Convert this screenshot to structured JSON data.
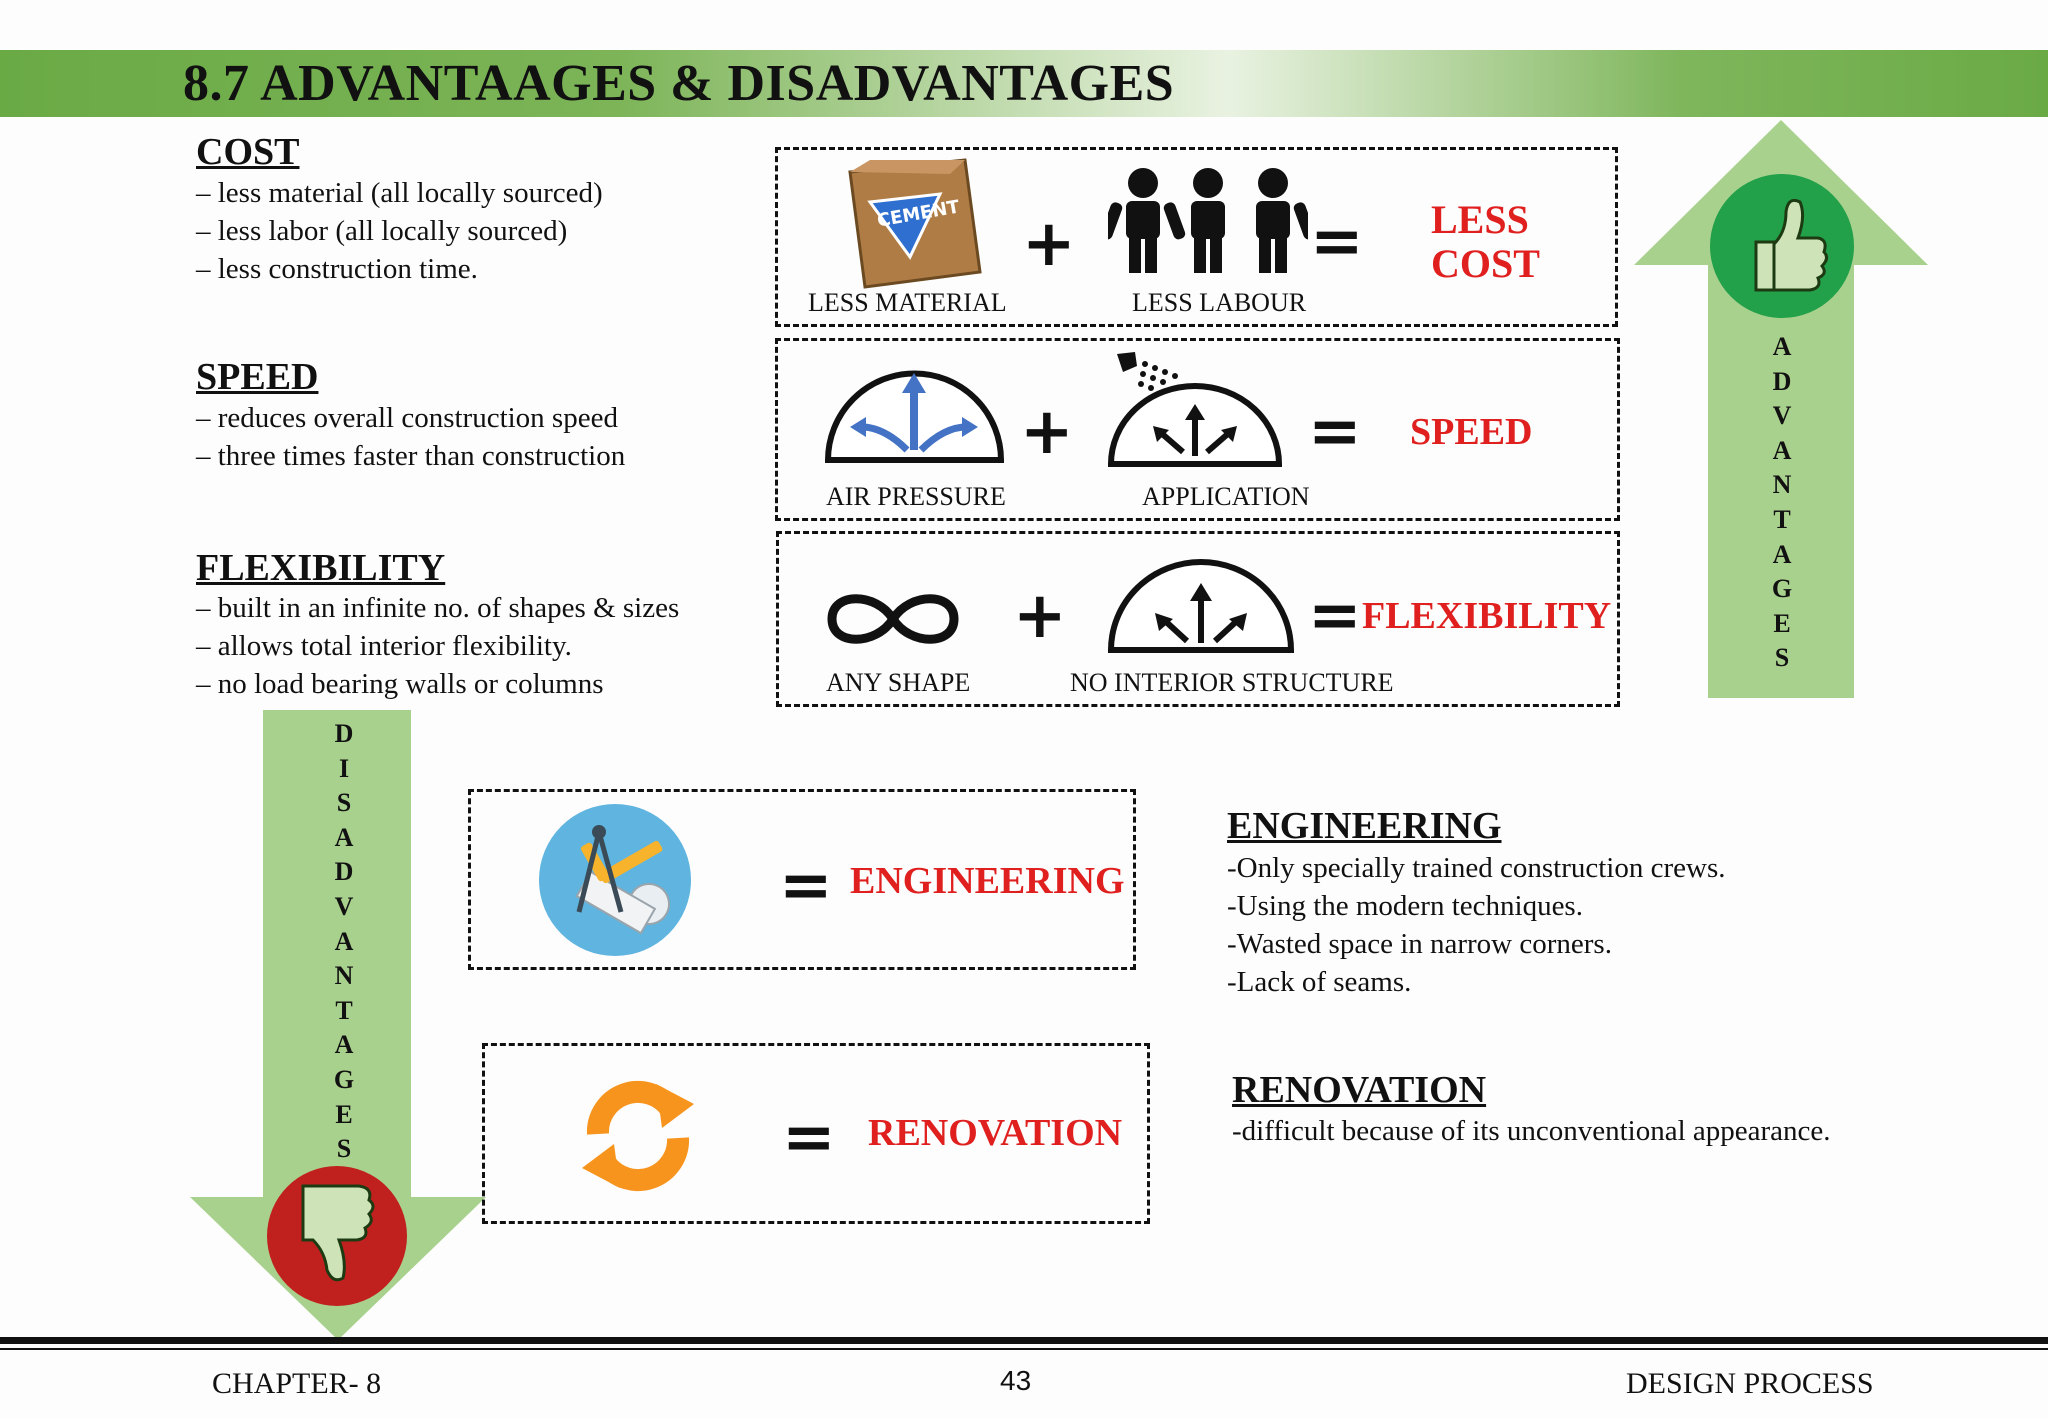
{
  "title": "8.7 ADVANTAAGES & DISADVANTAGES",
  "cost": {
    "heading": "COST",
    "items": [
      "– less material (all locally sourced)",
      "– less labor (all locally sourced)",
      "– less construction time."
    ]
  },
  "speed": {
    "heading": "SPEED",
    "items": [
      "– reduces  overall construction speed",
      "– three times faster than  construction"
    ]
  },
  "flexibility": {
    "heading": "FLEXIBILITY",
    "items": [
      "– built in an infinite no. of shapes & sizes",
      "–  allows  total interior flexibility.",
      "– no load bearing walls or columns"
    ]
  },
  "box_cost": {
    "caption1": "LESS MATERIAL",
    "caption2": "LESS LABOUR",
    "result_line1": "LESS",
    "result_line2": "COST",
    "plus": "+",
    "equals": "=",
    "bag_text": "CEMENT"
  },
  "box_speed": {
    "caption1": "AIR PRESSURE",
    "caption2": "APPLICATION",
    "result": "SPEED",
    "plus": "+",
    "equals": "="
  },
  "box_flex": {
    "caption1": "ANY SHAPE",
    "caption2": "NO INTERIOR STRUCTURE",
    "result": "FLEXIBILITY",
    "plus": "+",
    "equals": "="
  },
  "advantages_label": [
    "A",
    "D",
    "V",
    "A",
    "N",
    "T",
    "A",
    "G",
    "E",
    "S"
  ],
  "disadvantages_label": [
    "D",
    "I",
    "S",
    "A",
    "D",
    "V",
    "A",
    "N",
    "T",
    "A",
    "G",
    "E",
    "S"
  ],
  "box_engineering": {
    "result": "ENGINEERING",
    "equals": "="
  },
  "box_renovation": {
    "result": "RENOVATION",
    "equals": "="
  },
  "engineering": {
    "heading": "ENGINEERING",
    "items": [
      "-Only specially trained construction crews.",
      "-Using the modern techniques.",
      "-Wasted space in narrow corners.",
      "-Lack of seams."
    ]
  },
  "renovation": {
    "heading": "RENOVATION",
    "items": [
      "-difficult because of its unconventional appearance."
    ]
  },
  "footer": {
    "left": "CHAPTER- 8",
    "page": "43",
    "right": "DESIGN PROCESS"
  },
  "colors": {
    "banner_green": "#6aaa45",
    "arrow_green": "#a9d18e",
    "red_text": "#e01f1f",
    "thumb_up_circle": "#22a04a",
    "thumb_down_circle": "#c0201e",
    "blue_icon": "#4472c4",
    "orange_icon": "#f7941d"
  },
  "icons": [
    "cement-bag-icon",
    "people-icon",
    "air-pressure-dome-icon",
    "spray-dome-icon",
    "infinity-icon",
    "dome-arrows-icon",
    "engineering-tools-icon",
    "refresh-icon",
    "thumbs-up-icon",
    "thumbs-down-icon"
  ]
}
